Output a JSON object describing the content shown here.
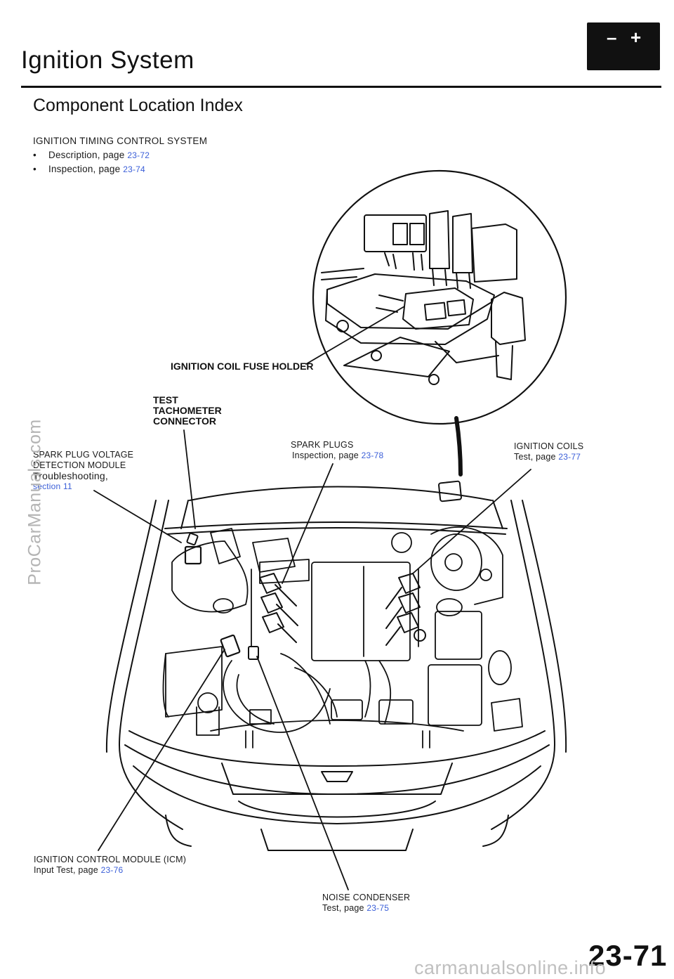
{
  "header": {
    "title": "Ignition System",
    "battery_icon": "battery-icon",
    "battery_minus": "–",
    "battery_plus": "+"
  },
  "subtitle": "Component Location Index",
  "section": {
    "heading": "IGNITION TIMING CONTROL SYSTEM",
    "bullets": [
      {
        "text": "Description, page",
        "page": "23-72"
      },
      {
        "text": "Inspection, page",
        "page": "23-74"
      }
    ]
  },
  "labels": {
    "fuse_holder": "IGNITION COIL FUSE HOLDER",
    "test_tach": [
      "TEST",
      "TACHOMETER",
      "CONNECTOR"
    ],
    "spark_module": {
      "line1": "SPARK PLUG VOLTAGE",
      "line2": "DETECTION MODULE",
      "line3": "Troubleshooting,",
      "link": "section 11"
    },
    "spark_plugs": {
      "line1": "SPARK PLUGS",
      "line2": "Inspection, page",
      "page": "23-78"
    },
    "ignition_coils": {
      "line1": "IGNITION COILS",
      "line2": "Test, page",
      "page": "23-77"
    },
    "icm": {
      "line1": "IGNITION CONTROL MODULE (ICM)",
      "line2": "Input Test, page",
      "page": "23-76"
    },
    "noise_condenser": {
      "line1": "NOISE CONDENSER",
      "line2": "Test, page",
      "page": "23-75"
    }
  },
  "watermark": "ProCarManuals.com",
  "page_number": "23-71",
  "footer_site": "carmanualsonline.info"
}
